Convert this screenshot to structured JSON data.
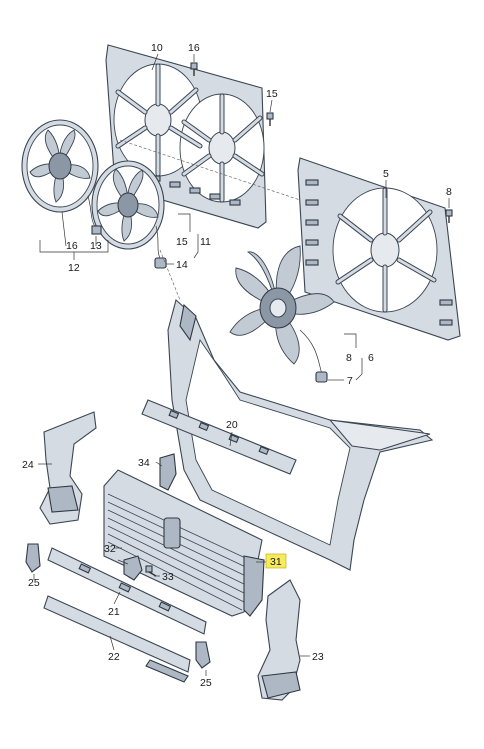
{
  "labels": {
    "p10": "10",
    "p16_top": "16",
    "p15_top": "15",
    "p5": "5",
    "p8_right": "8",
    "p16_left": "16",
    "p13": "13",
    "p12": "12",
    "p15_mid": "15",
    "p11": "11",
    "p14": "14",
    "p8_mid": "8",
    "p6": "6",
    "p7": "7",
    "p20": "20",
    "p24": "24",
    "p34": "34",
    "p32_a": "32",
    "p32_b": "32",
    "p31": "31",
    "p25_left": "25",
    "p33": "33",
    "p21": "21",
    "p23": "23",
    "p22": "22",
    "p25_bottom": "25"
  },
  "colors": {
    "part_fill": "#d5dbe2",
    "part_stroke": "#3b4654",
    "callout_highlight": "#f7ea5e"
  }
}
